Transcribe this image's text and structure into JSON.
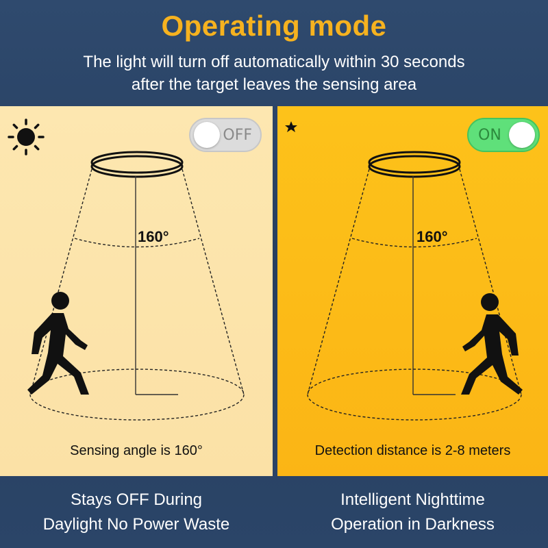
{
  "header": {
    "title": "Operating mode",
    "subtitle_line1": "The light will turn off automatically within 30 seconds",
    "subtitle_line2": "after the target leaves the sensing area"
  },
  "day_panel": {
    "mode_icon": "sun-icon",
    "toggle_label": "OFF",
    "toggle_state": "off",
    "angle_label": "160°",
    "caption": "Sensing angle is 160°",
    "bottom_line1": "Stays OFF During",
    "bottom_line2": "Daylight No Power Waste",
    "background": "#fde7b0"
  },
  "night_panel": {
    "mode_icon": "moon-star-icon",
    "toggle_label": "ON",
    "toggle_state": "on",
    "angle_label": "160°",
    "caption": "Detection distance is 2-8 meters",
    "bottom_line1": "Intelligent Nighttime",
    "bottom_line2": "Operation in Darkness",
    "background": "#fdc21a"
  },
  "colors": {
    "title": "#f6b21f",
    "background": "#2b4568",
    "toggle_on": "#5fe07a",
    "toggle_off": "#dcdcdc"
  }
}
